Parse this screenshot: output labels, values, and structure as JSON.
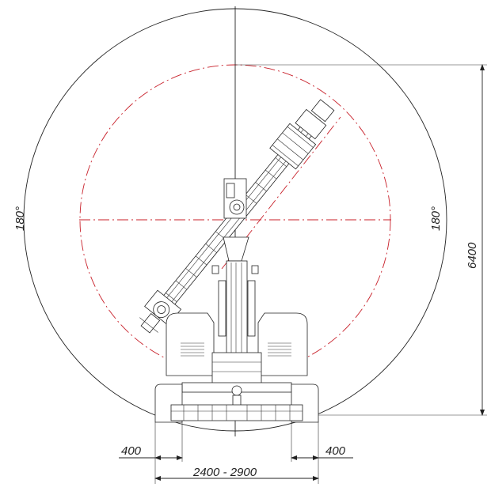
{
  "diagram": {
    "labels": {
      "angle_left": "180°",
      "angle_right": "180°",
      "height": "6400",
      "offset_left": "400",
      "offset_right": "400",
      "width_range": "2400 - 2900"
    }
  }
}
